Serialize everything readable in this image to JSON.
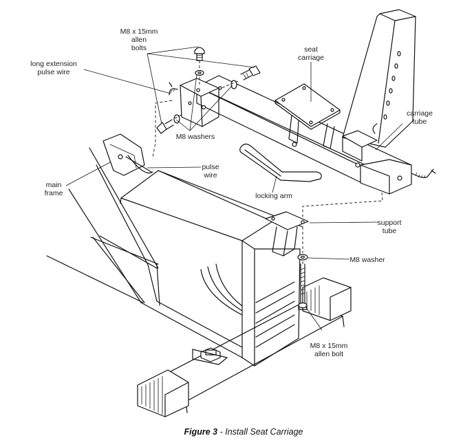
{
  "figure": {
    "caption_bold": "Figure 3",
    "caption_rest": " - Install Seat Carriage"
  },
  "labels": {
    "allen_bolts_top": [
      "M8 x 15mm",
      "allen",
      "bolts"
    ],
    "long_extension_wire": [
      "long extension",
      "pulse wire"
    ],
    "seat_carriage": [
      "seat",
      "carriage"
    ],
    "carriage_tube": [
      "carriage",
      "tube"
    ],
    "m8_washers": [
      "M8 washers"
    ],
    "pulse_wire": [
      "pulse",
      "wire"
    ],
    "main_frame": [
      "main",
      "frame"
    ],
    "locking_arm": [
      "locking arm"
    ],
    "support_tube": [
      "support",
      "tube"
    ],
    "m8_washer": [
      "M8 washer"
    ],
    "allen_bolt_bottom": [
      "M8 x 15mm",
      "allen bolt"
    ]
  }
}
